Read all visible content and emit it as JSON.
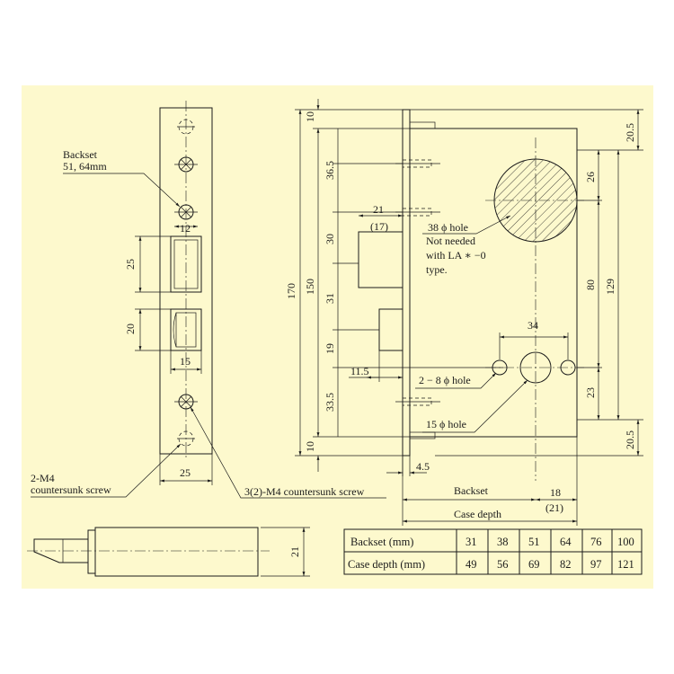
{
  "front_view": {
    "backset_label": "Backset",
    "backset_values": "51, 64mm",
    "dim_12": "12",
    "dim_25_top": "25",
    "dim_20": "20",
    "dim_15": "15",
    "dim_25_bottom": "25",
    "label_2m4_line1": "2-M4",
    "label_2m4_line2": "countersunk screw",
    "label_3m4": "3(2)-M4 countersunk screw"
  },
  "bottom_view": {
    "dim_21": "21"
  },
  "side_view": {
    "dim_10_top": "10",
    "dim_36_5": "36.5",
    "dim_30": "30",
    "dim_31": "31",
    "dim_19": "19",
    "dim_33_5": "33.5",
    "dim_10_bottom": "10",
    "dim_170": "170",
    "dim_150": "150",
    "dim_21": "21",
    "dim_17": "(17)",
    "dim_11_5": "11.5",
    "dim_4_5": "4.5",
    "hole_38_line1": "38 ϕ hole",
    "hole_38_line2": "Not needed",
    "hole_38_line3": "with LA ∗ −0",
    "hole_38_line4": "type.",
    "dim_34": "34",
    "hole_8": "2 − 8 ϕ hole",
    "hole_15": "15 ϕ hole",
    "dim_20_5_top": "20.5",
    "dim_26": "26",
    "dim_129": "129",
    "dim_80": "80",
    "dim_23": "23",
    "dim_20_5_bottom": "20.5",
    "backset_label": "Backset",
    "dim_18": "18",
    "dim_21_paren": "(21)",
    "case_depth_label": "Case depth"
  },
  "table": {
    "rows": [
      {
        "label": "Backset (mm)",
        "values": [
          "31",
          "38",
          "51",
          "64",
          "76",
          "100"
        ]
      },
      {
        "label": "Case depth (mm)",
        "values": [
          "49",
          "56",
          "69",
          "82",
          "97",
          "121"
        ]
      }
    ]
  }
}
